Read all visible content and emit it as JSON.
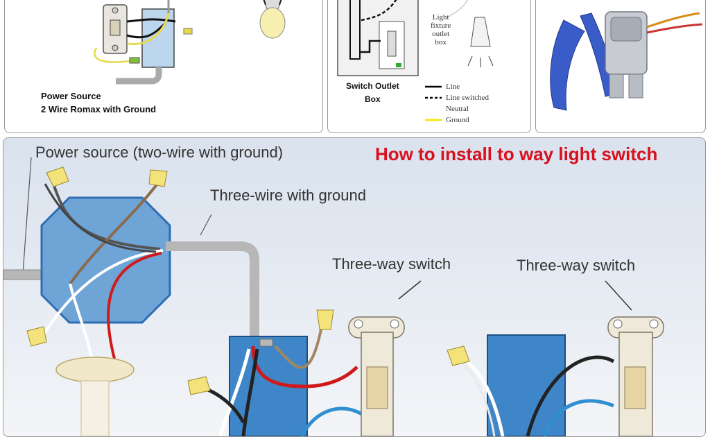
{
  "panel1": {
    "power_source": "Power Source",
    "romax": "2 Wire Romax with Ground"
  },
  "panel2": {
    "light_fixture": "Light\nfixture\noutlet\nbox",
    "switch_box": "Switch Outlet\nBox",
    "legend": [
      {
        "label": "Line",
        "color": "#000000",
        "style": "solid"
      },
      {
        "label": "Line switched",
        "color": "#000000",
        "style": "dashed"
      },
      {
        "label": "Neutral",
        "color": "#ffffff",
        "style": "solid"
      },
      {
        "label": "Ground",
        "color": "#f2e600",
        "style": "solid"
      }
    ]
  },
  "main": {
    "title": "How to install to way light switch",
    "power_source": "Power source (two-wire with ground)",
    "three_wire": "Three-wire with ground",
    "switch_left": "Three-way switch",
    "switch_right": "Three-way switch"
  },
  "colors": {
    "title_red": "#d8101c",
    "box_blue": "#3f86c8",
    "wire_red": "#d01a1a",
    "wire_blue": "#2f8fd0",
    "conduit_gray": "#b7b7b7",
    "nut_yellow": "#f4e27a"
  }
}
